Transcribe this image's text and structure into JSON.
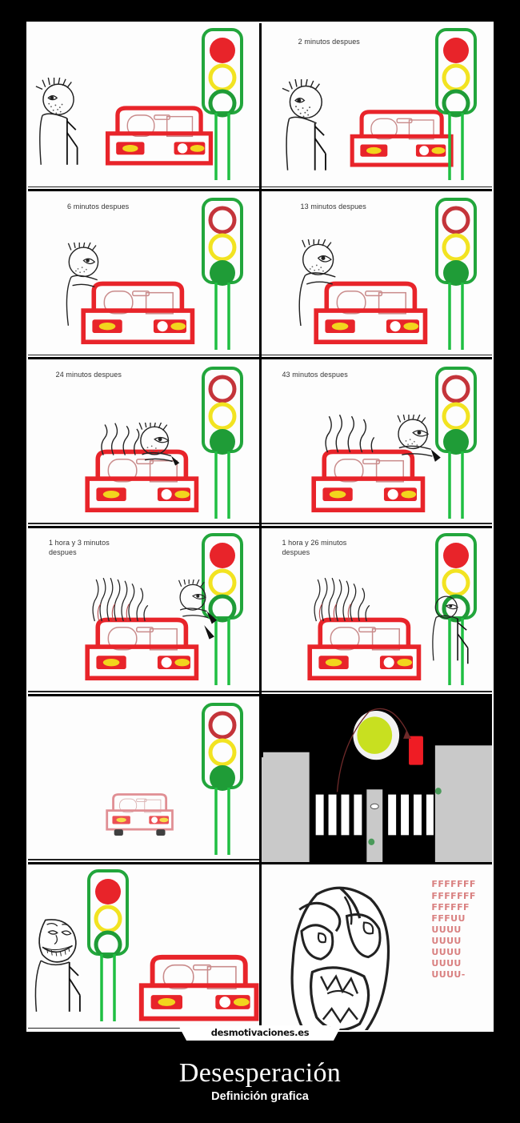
{
  "poster": {
    "title": "Desesperación",
    "subtitle": "Definición grafica",
    "watermark": "desmotivaciones.es",
    "background_color": "#000000",
    "frame_color": "#ffffff"
  },
  "colors": {
    "car_body": "#e8242a",
    "traffic_housing": "#22a63c",
    "light_red": "#e8242a",
    "light_yellow": "#f2e321",
    "light_green": "#1f9c37",
    "headlight_yellow": "#f2d51d",
    "rage_text": "#d98080",
    "caption_text": "#333333",
    "building_gray": "#c9c9c9",
    "moon_yellow": "#c8e020",
    "night_black": "#000000"
  },
  "comic": {
    "panels": [
      {
        "index": 1,
        "caption": "",
        "light_state": "red",
        "scene": "man-on-ladder-watches-car",
        "person": "waiting-calm",
        "steam": false
      },
      {
        "index": 2,
        "caption": "2 minutos despues",
        "light_state": "red",
        "scene": "man-leaning-toward-car",
        "person": "leaning",
        "steam": false
      },
      {
        "index": 3,
        "caption": "6 minutos despues",
        "light_state": "green",
        "scene": "man-reaching-over-car",
        "person": "reaching",
        "steam": false
      },
      {
        "index": 4,
        "caption": "13 minutos despues",
        "light_state": "green",
        "scene": "man-closer-to-car",
        "person": "reaching-closer",
        "steam": false
      },
      {
        "index": 5,
        "caption": "24 minutos despues",
        "light_state": "green",
        "scene": "man-on-car-hood",
        "person": "on-hood",
        "steam": true
      },
      {
        "index": 6,
        "caption": "43 minutos despues",
        "light_state": "green",
        "scene": "man-on-car-with-steam",
        "person": "on-hood-angry",
        "steam": true
      },
      {
        "index": 7,
        "caption": "1 hora y 3 minutos\ndespues",
        "light_state": "red",
        "scene": "man-beside-car-heavy-steam",
        "person": "beside-car",
        "steam": true
      },
      {
        "index": 8,
        "caption": "1 hora y 26 minutos\ndespues",
        "light_state": "red",
        "scene": "man-walking-away-heavy-steam",
        "person": "walking-away",
        "steam": true
      },
      {
        "index": 9,
        "caption": "",
        "light_state": "green",
        "scene": "car-driving-away-faded",
        "person": "none",
        "steam": false
      },
      {
        "index": 10,
        "caption": "",
        "light_state": "none",
        "scene": "night-street-aerial-crosswalk-moon",
        "person": "none",
        "steam": false
      },
      {
        "index": 11,
        "caption": "",
        "light_state": "red",
        "scene": "trollface-beside-traffic-light-and-car",
        "person": "trollface",
        "steam": false
      },
      {
        "index": 12,
        "caption": "",
        "light_state": "none",
        "scene": "rageface-ffffuuuu",
        "person": "rageface",
        "steam": false,
        "rage_text": "FFFFFFF\nFFFFFFF\nFFFFFF\nFFFUU\nUUUU\nUUUU\nUUUU\nUUUU\nUUUU-"
      }
    ]
  }
}
